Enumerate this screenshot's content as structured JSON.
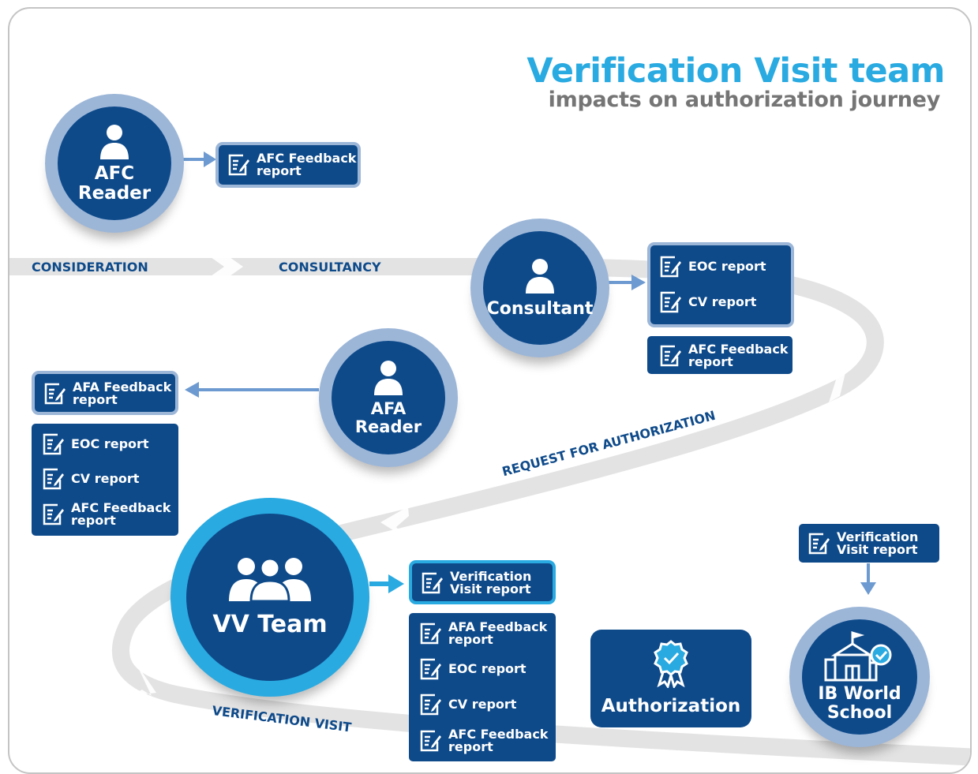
{
  "title": "Verification Visit team",
  "subtitle": "impacts on authorization journey",
  "stages": {
    "consideration": "CONSIDERATION",
    "consultancy": "CONSULTANCY",
    "request": "REQUEST FOR AUTHORIZATION",
    "visit": "VERIFICATION VISIT"
  },
  "roles": {
    "afc_reader": "AFC\nReader",
    "consultant": "Consultant",
    "afa_reader": "AFA\nReader",
    "vv_team": "VV Team",
    "ib_school": "IB World\nSchool"
  },
  "reports": {
    "afc_feedback": "AFC Feedback\nreport",
    "afa_feedback": "AFA Feedback\nreport",
    "eoc": "EOC report",
    "cv": "CV report",
    "verification_visit": "Verification\nVisit report"
  },
  "authorization": "Authorization",
  "colors": {
    "navy": "#0e4a8a",
    "light_blue": "#9cb6d8",
    "cyan": "#29aae1",
    "gray_path": "#e3e3e3",
    "gray_text": "#757575"
  },
  "icons": [
    "person-icon",
    "team-icon",
    "document-edit-icon",
    "award-badge-icon",
    "school-building-icon"
  ]
}
